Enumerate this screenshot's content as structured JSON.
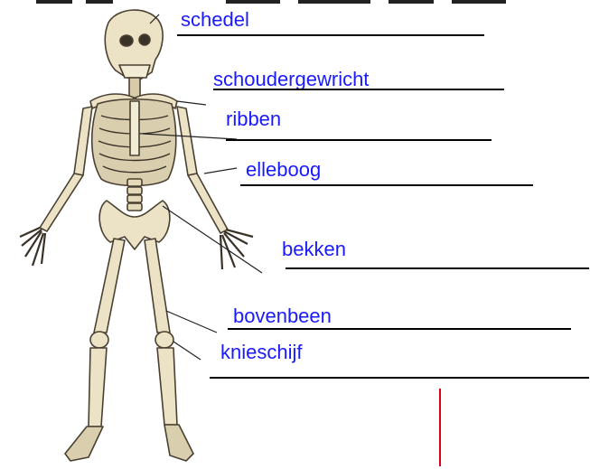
{
  "labels": {
    "skull": "schedel",
    "shoulder": "schoudergewricht",
    "ribs": "ribben",
    "elbow": "elleboog",
    "pelvis": "bekken",
    "thigh": "bovenbeen",
    "kneecap": "knieschijf"
  },
  "colors": {
    "label_text": "#1a1aff",
    "answer_line": "#000000",
    "cursor_mark": "#e0001b",
    "bone": "#ece3c6",
    "bone_outline": "#4a4032",
    "background": "#ffffff"
  }
}
